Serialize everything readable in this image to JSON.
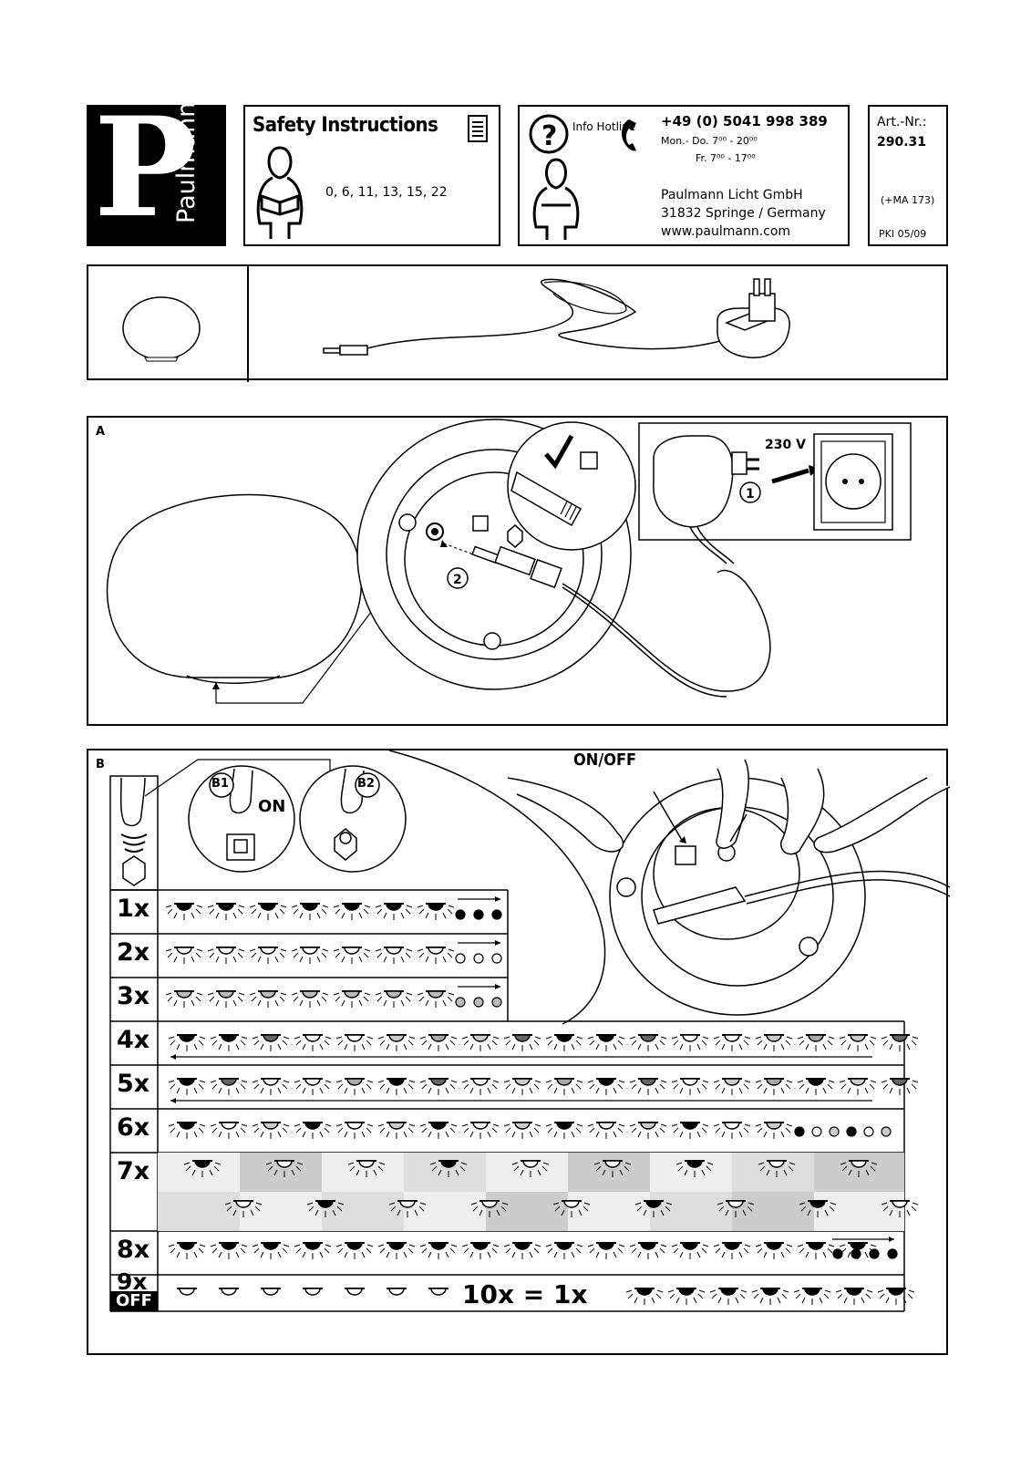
{
  "header": {
    "logo_letter": "P",
    "brand": "Paulmann",
    "safety": {
      "title": "Safety Instructions",
      "languages": "0, 6, 11, 13, 15, 22"
    },
    "hotline": {
      "label": "Info Hotline",
      "phone": "+49 (0) 5041 998 389",
      "hours_weekdays": "Mon.- Do. 7⁰⁰ - 20⁰⁰",
      "hours_friday": "Fr.  7⁰⁰ - 17⁰⁰",
      "company": "Paulmann Licht GmbH",
      "address": "31832 Springe / Germany",
      "web": "www.paulmann.com"
    },
    "article": {
      "label": "Art.-Nr.:",
      "number": "290.31",
      "ma": "(+MA 173)",
      "pki": "PKI 05/09"
    }
  },
  "section_a": {
    "label": "A",
    "voltage": "230 V",
    "step1": "1",
    "step2": "2"
  },
  "section_b": {
    "label": "B",
    "b1": "B1",
    "b2": "B2",
    "on": "ON",
    "onoff": "ON/OFF",
    "rows": [
      {
        "label": "1x"
      },
      {
        "label": "2x"
      },
      {
        "label": "3x"
      },
      {
        "label": "4x"
      },
      {
        "label": "5x"
      },
      {
        "label": "6x"
      },
      {
        "label": "7x"
      },
      {
        "label": "8x"
      },
      {
        "label": "9x",
        "sub": "OFF"
      }
    ],
    "equation": "10x = 1x"
  }
}
